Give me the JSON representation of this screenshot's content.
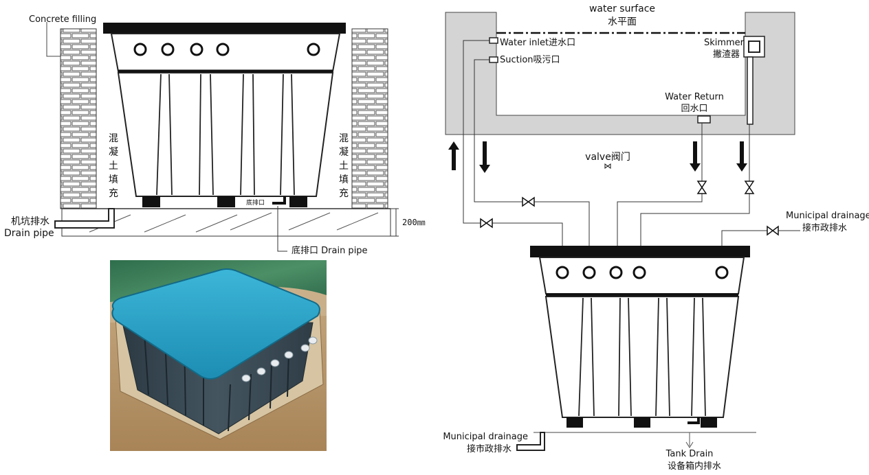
{
  "left_diagram": {
    "concrete_filling": "Concrete filling",
    "concrete_fill_cn_left": [
      "混",
      "凝",
      "土",
      "填",
      "充"
    ],
    "concrete_fill_cn_right": [
      "混",
      "凝",
      "土",
      "填",
      "充"
    ],
    "pit_drain_cn": "机坑排水",
    "pit_drain_en": "Drain pipe",
    "bottom_outlet_small": "底排口",
    "bottom_drain_label": "底排口 Drain pipe",
    "depth": "200㎜"
  },
  "right_diagram": {
    "water_surface_en": "water surface",
    "water_surface_cn": "水平面",
    "water_inlet": "Water inlet进水口",
    "suction": "Suction吸污口",
    "skimmer_en": "Skimmer",
    "skimmer_cn": "撇渣器",
    "water_return_en": "Water Return",
    "water_return_cn": "回水口",
    "valve": "valve阀门",
    "municipal_top_en": "Municipal drainage",
    "municipal_top_cn": "接市政排水",
    "municipal_bottom_en": "Municipal drainage",
    "municipal_bottom_cn": "接市政排水",
    "tank_drain_en": "Tank Drain",
    "tank_drain_cn": "设备箱内排水"
  },
  "colors": {
    "pool_grey": "#d4d4d4",
    "lid_blue": "#2aa6c9",
    "tank_dark": "#3a4a55",
    "grass": "#3f7f5a",
    "soil": "#b49468"
  }
}
